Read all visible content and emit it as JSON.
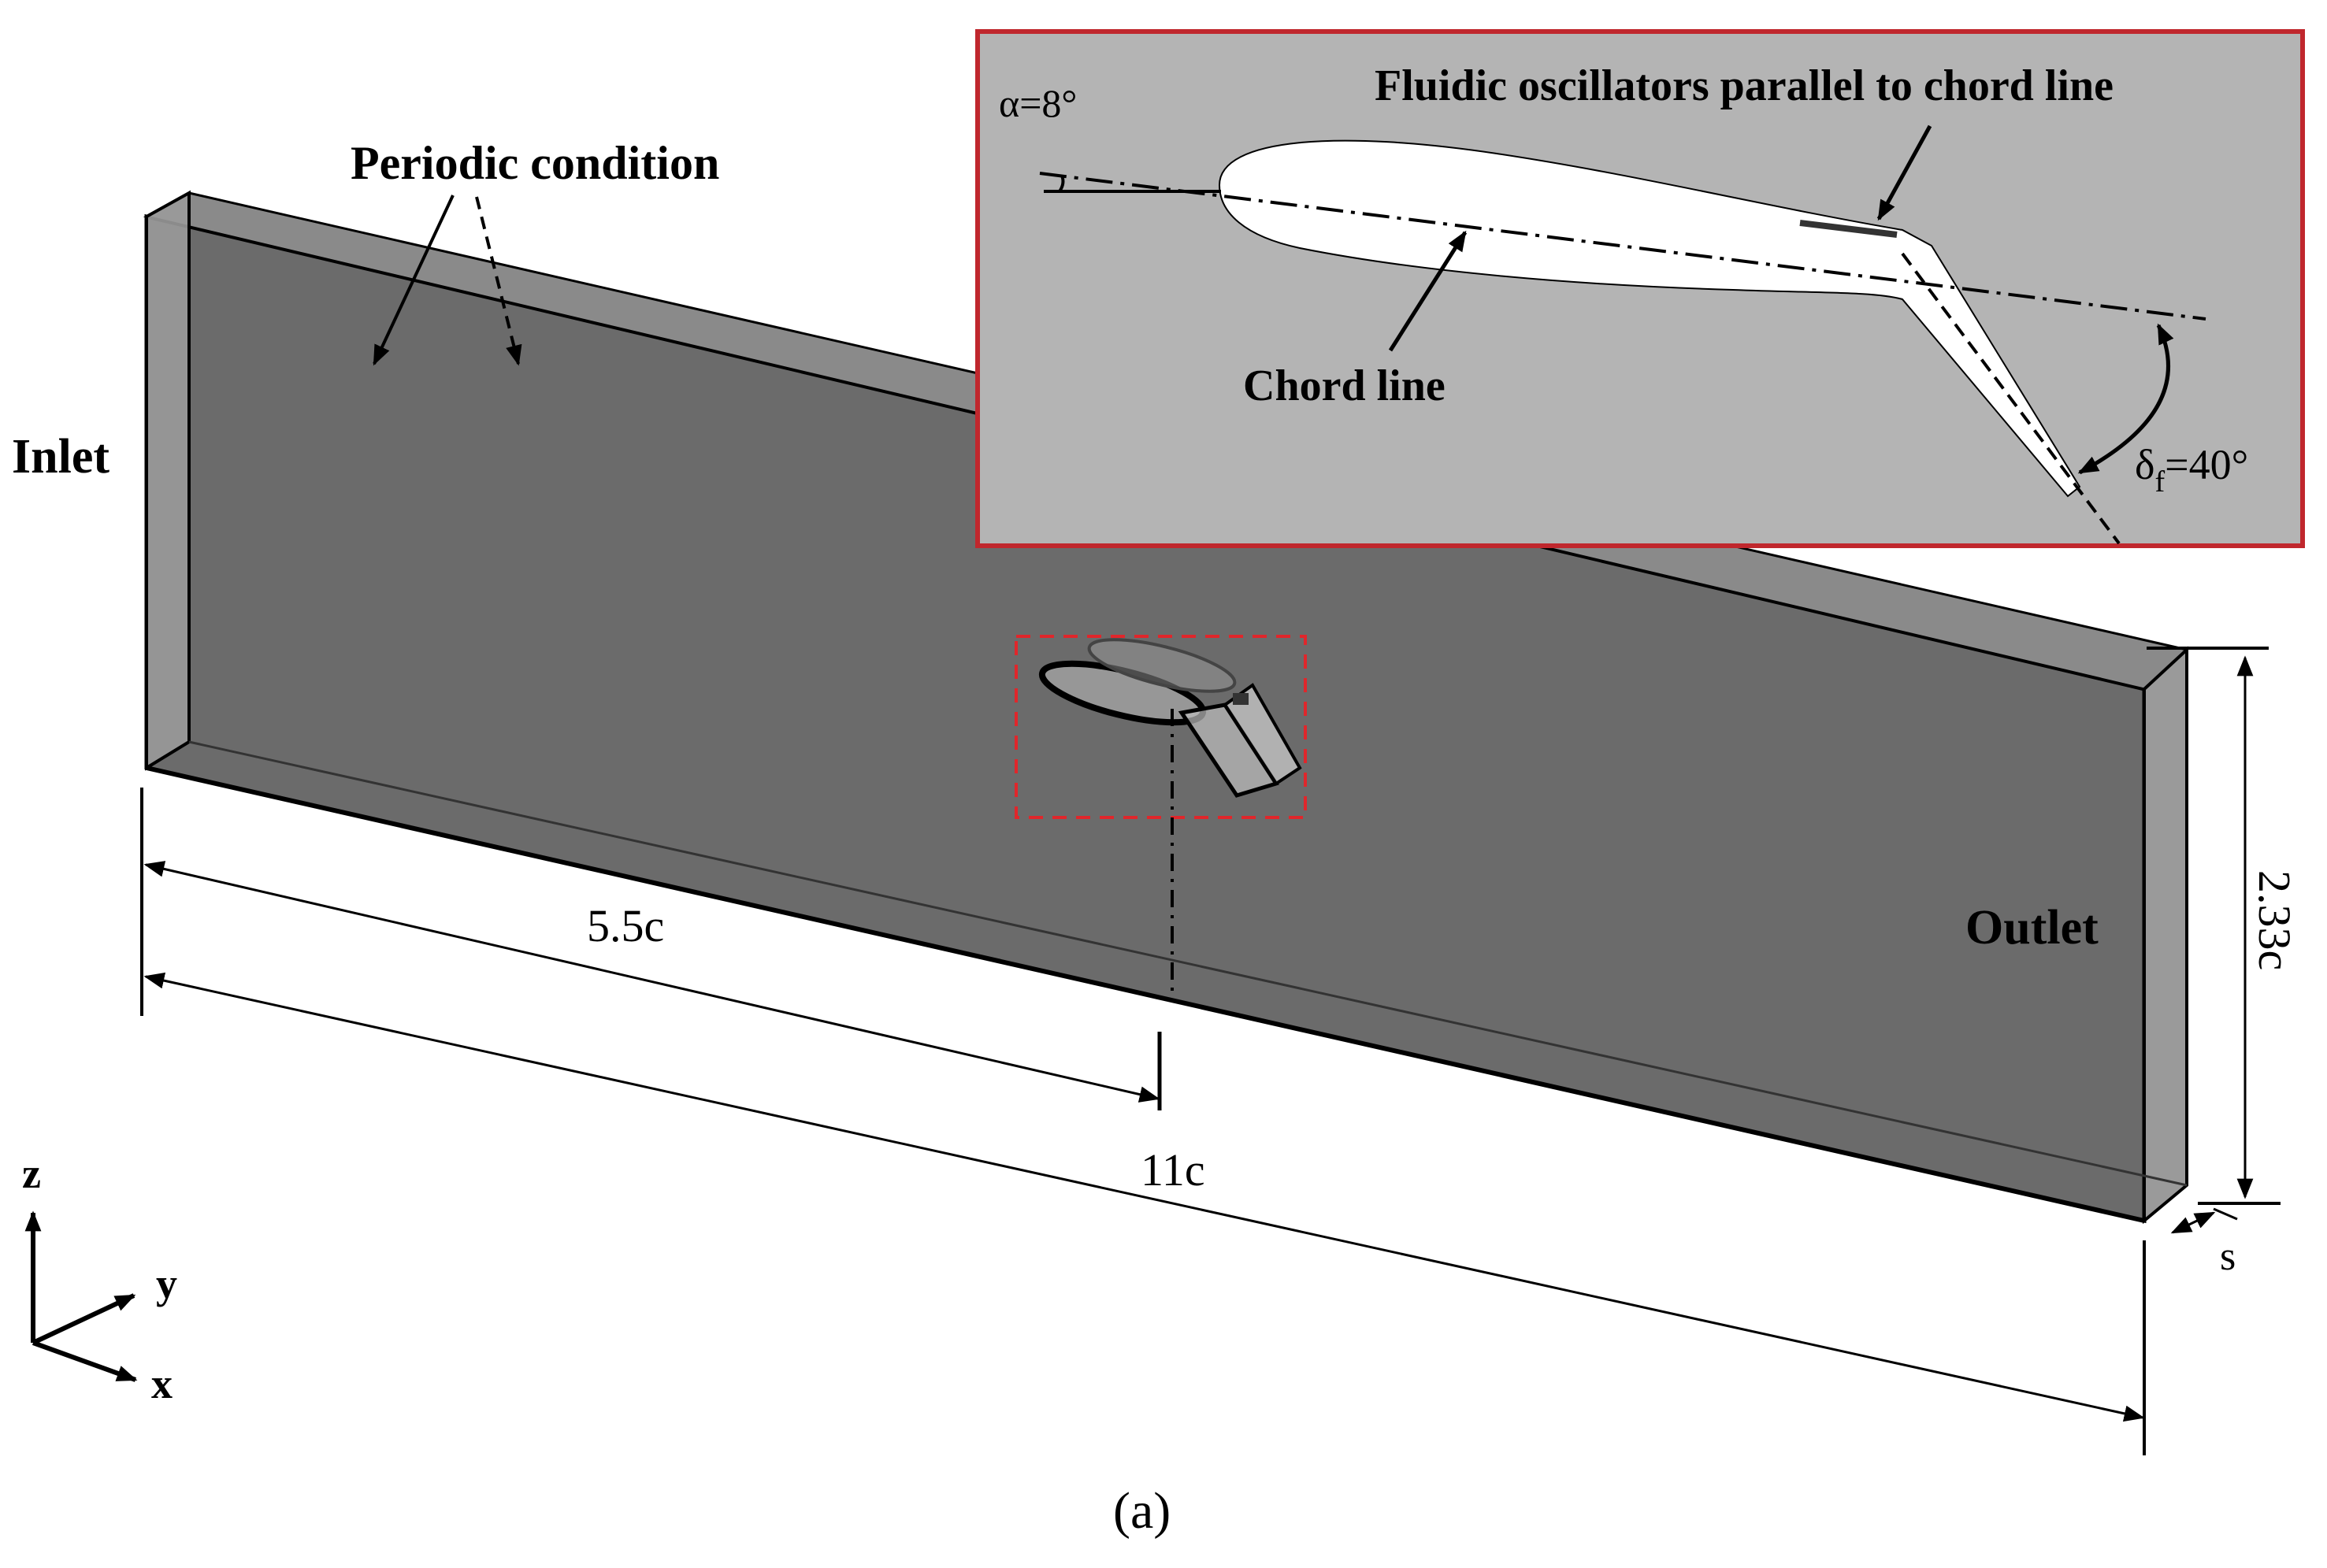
{
  "labels": {
    "periodic": "Periodic condition",
    "inlet": "Inlet",
    "outlet": "Outlet",
    "dim_half": "5.5c",
    "dim_full": "11c",
    "dim_height": "2.33c",
    "dim_span": "s",
    "axis_z": "z",
    "axis_y": "y",
    "axis_x": "x",
    "caption": "(a)"
  },
  "inset": {
    "alpha": "α=8°",
    "oscillators": "Fluidic oscillators parallel to chord line",
    "chord": "Chord line",
    "delta_symbol": "δ",
    "delta_sub": "f",
    "delta_value": "=40°"
  },
  "colors": {
    "domain_fill": "#6b6b6b",
    "inset_bg": "#b4b4b4",
    "inset_border": "#c0272d",
    "zoom_box": "#e0262b"
  }
}
